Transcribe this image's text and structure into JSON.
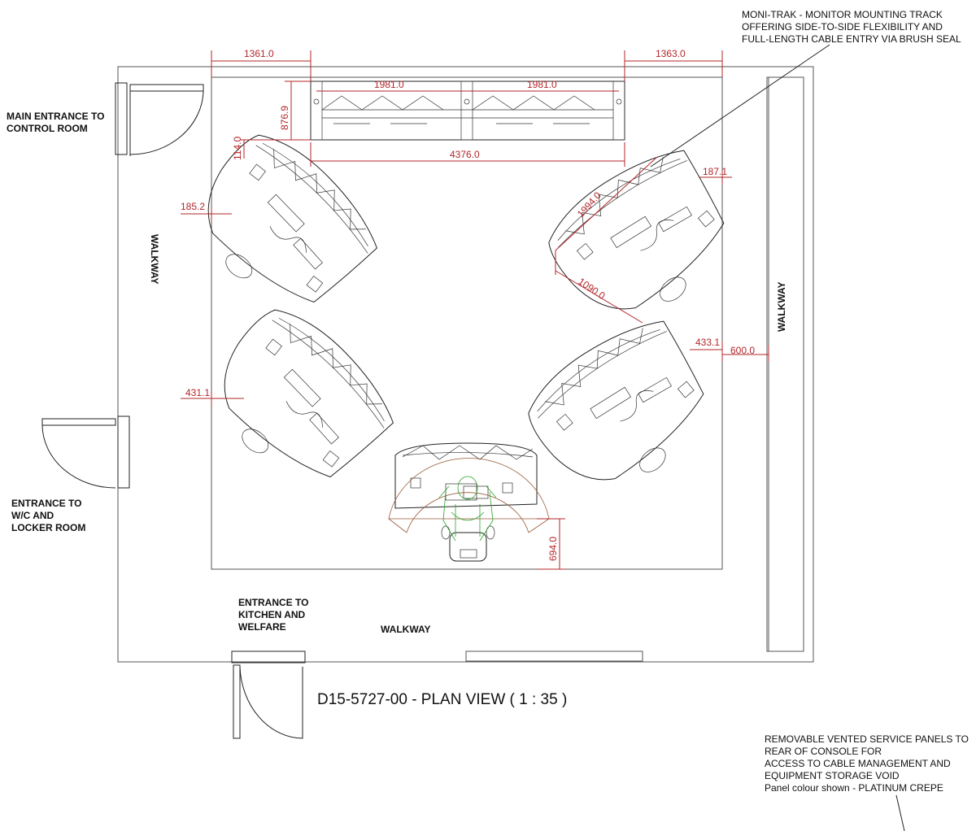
{
  "title": "D15-5727-00 - PLAN VIEW ( 1 : 35 )",
  "labels": {
    "main_entrance": [
      "MAIN ENTRANCE TO",
      "CONTROL ROOM"
    ],
    "wc_entrance": [
      "ENTRANCE TO",
      "W/C AND",
      "LOCKER ROOM"
    ],
    "kitchen_entrance": [
      "ENTRANCE TO",
      "KITCHEN AND",
      "WELFARE"
    ],
    "walkway_left": "WALKWAY",
    "walkway_right": "WALKWAY",
    "walkway_bottom": "WALKWAY"
  },
  "notes": {
    "moni_trak": [
      "MONI-TRAK - MONITOR MOUNTING TRACK",
      "OFFERING SIDE-TO-SIDE FLEXIBILITY AND",
      "FULL-LENGTH CABLE ENTRY VIA BRUSH SEAL"
    ],
    "service_panels": [
      "REMOVABLE VENTED SERVICE PANELS TO",
      "REAR OF CONSOLE FOR",
      "ACCESS TO CABLE MANAGEMENT AND",
      "EQUIPMENT STORAGE VOID",
      "Panel colour shown - PLATINUM CREPE"
    ]
  },
  "dimensions": {
    "top_left_gap": "1361.0",
    "top_right_gap": "1363.0",
    "track_left_span": "1981.0",
    "track_right_span": "1981.0",
    "track_depth": "876.9",
    "track_total": "4376.0",
    "desk_gap_top": "114.0",
    "left_desk_offset": "185.2",
    "right_desk_length": "1994.0",
    "right_desk_width": "1090.0",
    "right_desk_offset": "187.1",
    "right_mid_offset": "433.1",
    "walkway_width": "600.0",
    "left_mid_offset": "431.1",
    "chair_clearance": "694.0"
  },
  "colors": {
    "dimension": "#b3262a",
    "operator": "#2aa52a",
    "chair_arc": "#9b5a3a",
    "lines": "#222222"
  }
}
